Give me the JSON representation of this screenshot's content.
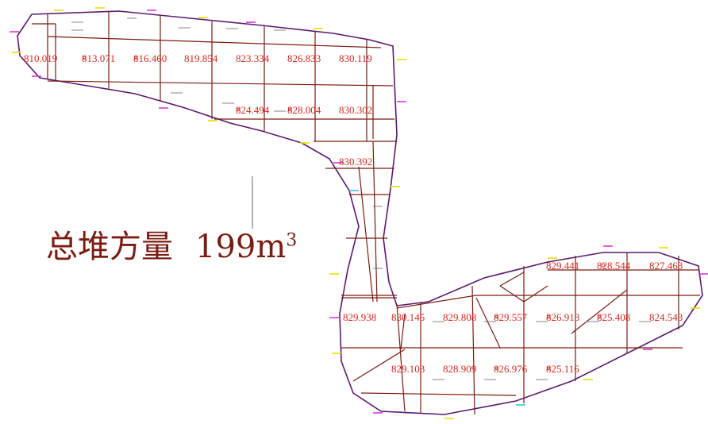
{
  "total_label": {
    "text": "总堆方量",
    "value": "199",
    "unit": "m",
    "unit_exponent": "3"
  },
  "elevations": [
    "810.019",
    "813.071",
    "816.460",
    "819.854",
    "823.334",
    "826.833",
    "830.119",
    "824.494",
    "828.004",
    "830.302",
    "830.392",
    "829.441",
    "828.544",
    "827.463",
    "829.938",
    "830.145",
    "829.808",
    "829.557",
    "826.913",
    "825.408",
    "824.543",
    "829.103",
    "828.909",
    "826.976",
    "825.116"
  ],
  "colors": {
    "boundary": "#5b1a6e",
    "grid": "#7a1c12",
    "elevation_text": "#d22a1e",
    "marker_yellow": "#e8e000",
    "marker_magenta": "#d23cd2",
    "marker_cyan": "#2ec8d6"
  }
}
